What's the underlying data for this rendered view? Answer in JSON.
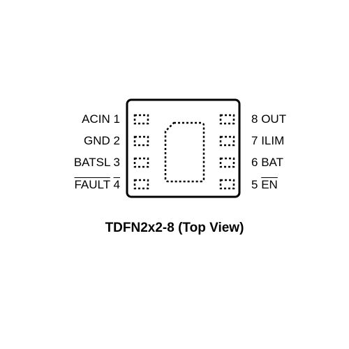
{
  "caption": "TDFN2x2-8 (Top View)",
  "pins_left": [
    {
      "name": "ACIN",
      "number": "1",
      "overbar": false
    },
    {
      "name": "GND",
      "number": "2",
      "overbar": false
    },
    {
      "name": "BATSL",
      "number": "3",
      "overbar": false
    },
    {
      "name": "FAULT",
      "number": "4",
      "overbar": true
    }
  ],
  "pins_right": [
    {
      "number": "8",
      "name": "OUT",
      "overbar": false
    },
    {
      "number": "7",
      "name": "ILIM",
      "overbar": false
    },
    {
      "number": "6",
      "name": "BAT",
      "overbar": false
    },
    {
      "number": "5",
      "name": "EN",
      "overbar": true
    }
  ],
  "colors": {
    "ink": "#000000",
    "background": "#ffffff"
  }
}
